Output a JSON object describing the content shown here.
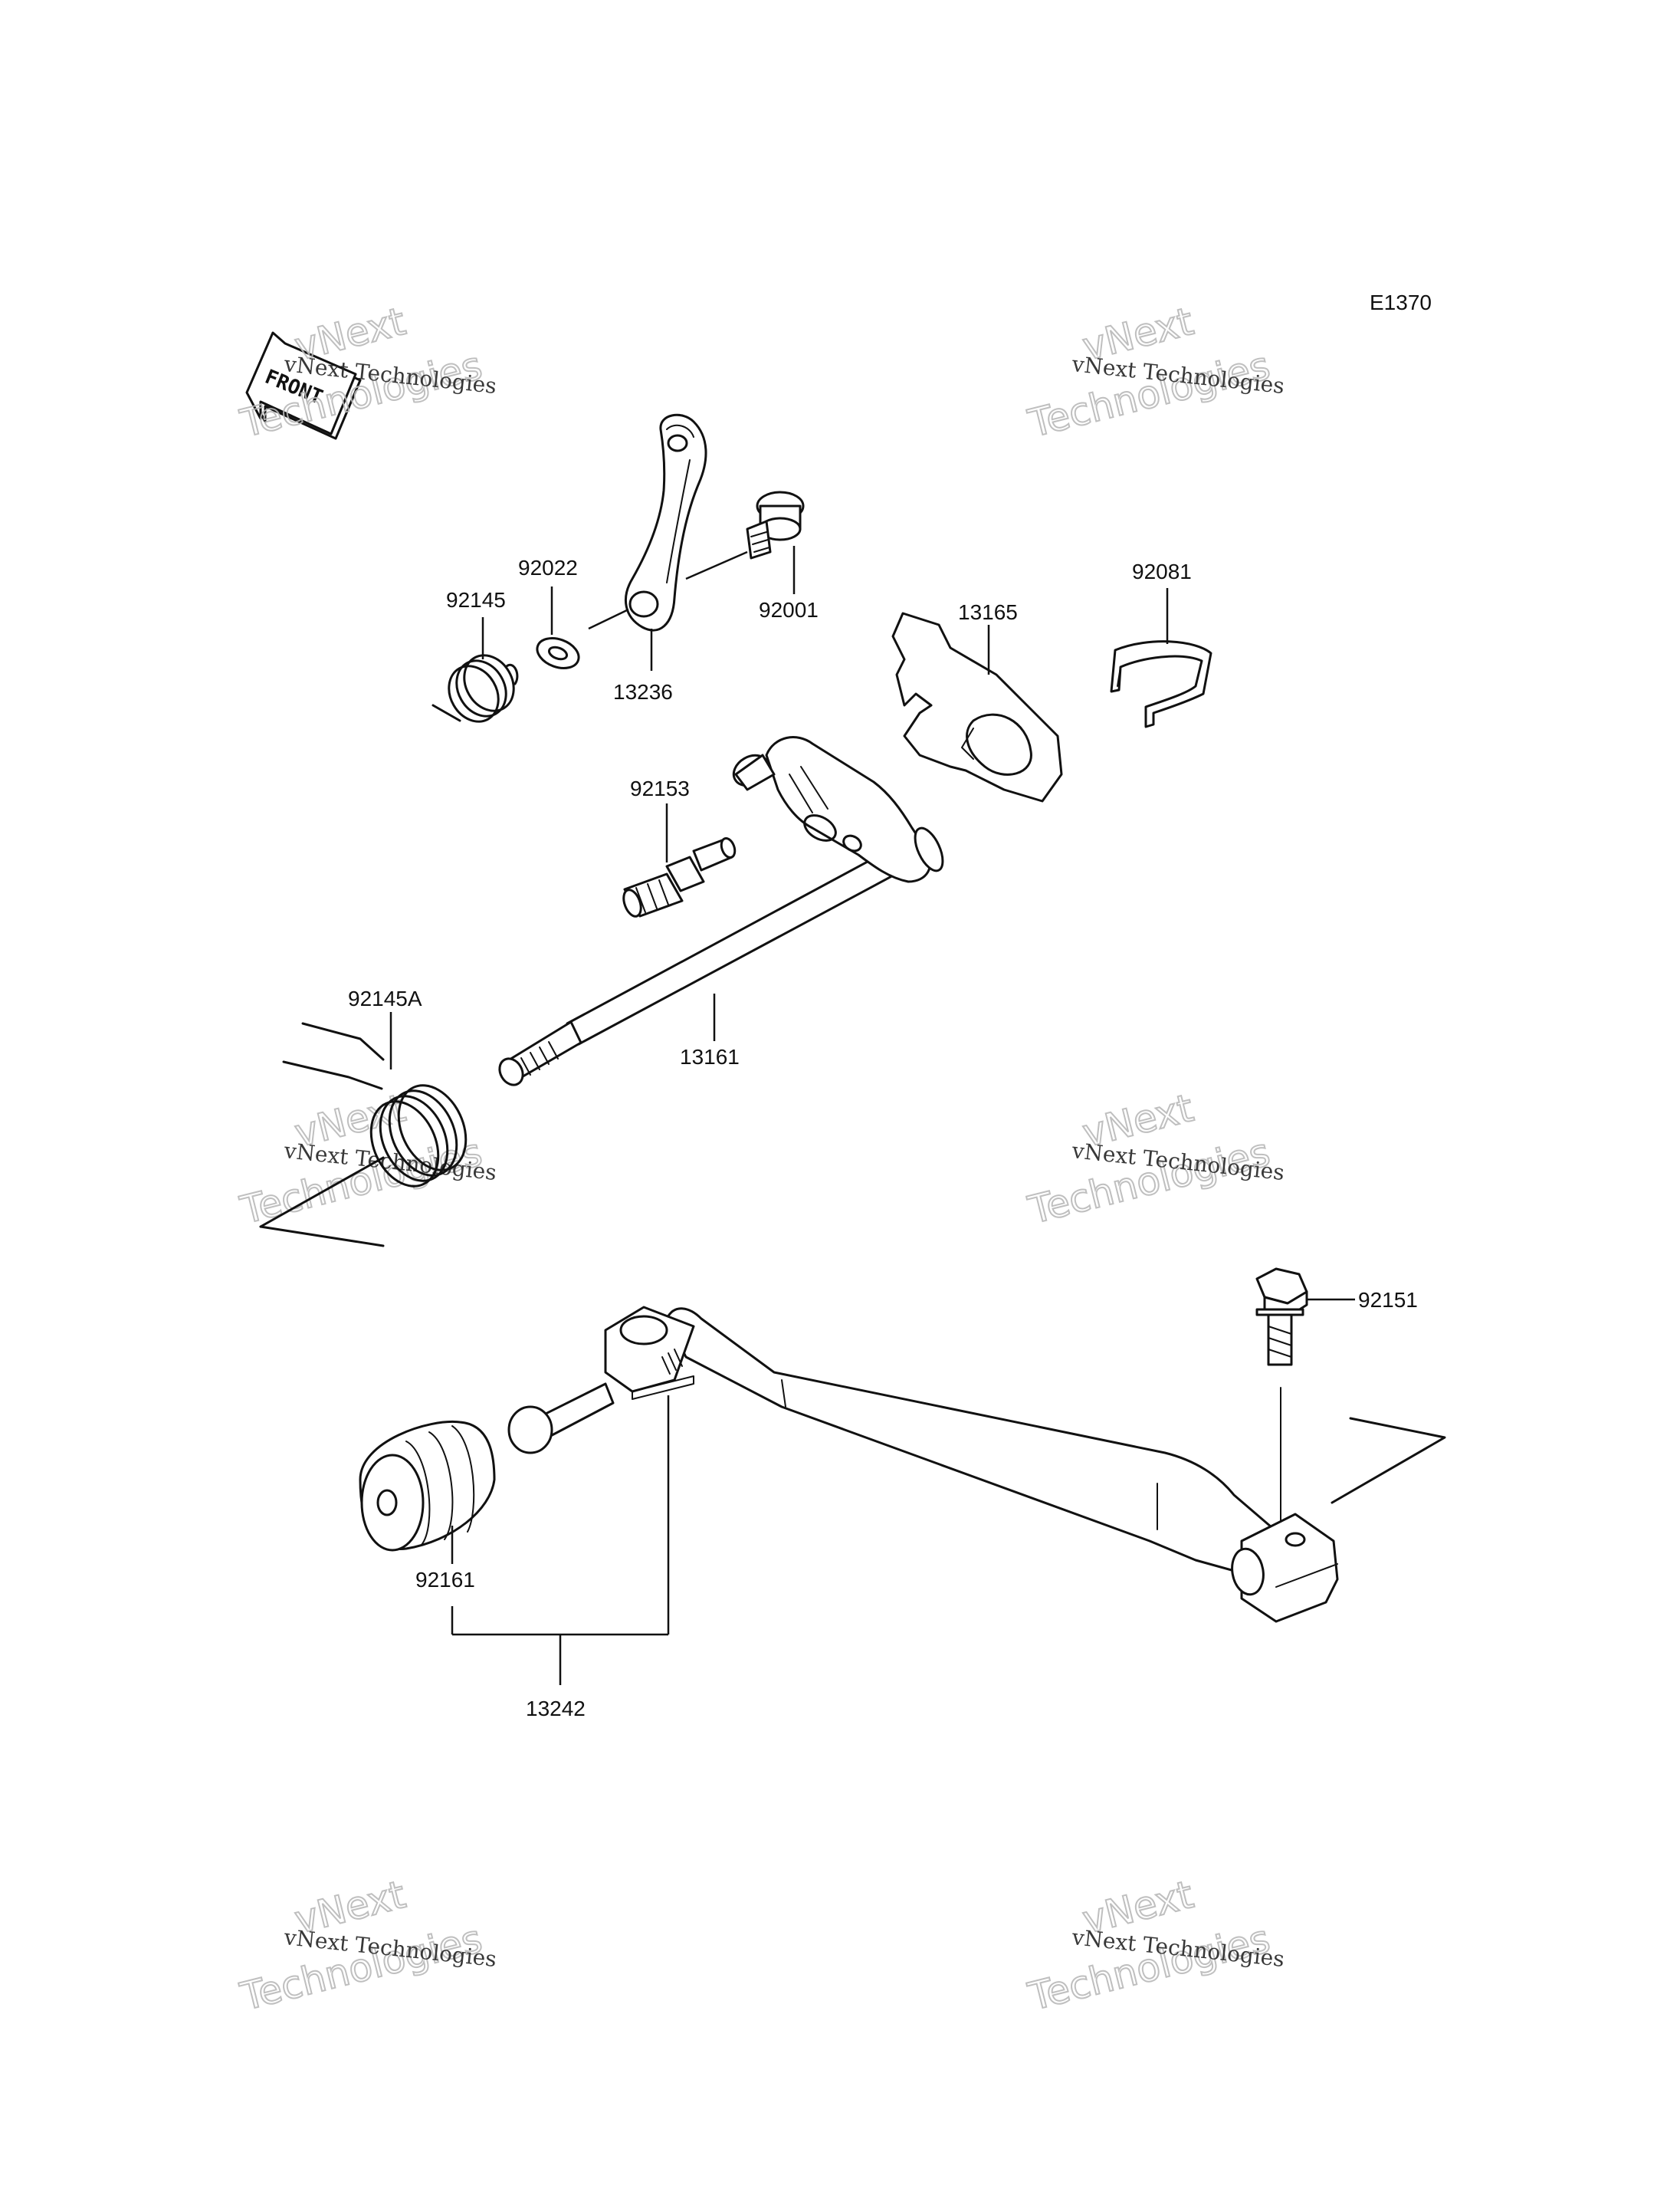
{
  "diagram_code": "E1370",
  "front_label": "FRONT",
  "watermark": {
    "line1": "vNext Technologies",
    "big_top": "vNext",
    "big_bottom": "Technologies"
  },
  "parts": [
    {
      "id": "92145",
      "label": "92145"
    },
    {
      "id": "92022",
      "label": "92022"
    },
    {
      "id": "13236",
      "label": "13236"
    },
    {
      "id": "92001",
      "label": "92001"
    },
    {
      "id": "13165",
      "label": "13165"
    },
    {
      "id": "92081",
      "label": "92081"
    },
    {
      "id": "92153",
      "label": "92153"
    },
    {
      "id": "92145A",
      "label": "92145A"
    },
    {
      "id": "13161",
      "label": "13161"
    },
    {
      "id": "92151",
      "label": "92151"
    },
    {
      "id": "92161",
      "label": "92161"
    },
    {
      "id": "13242",
      "label": "13242"
    }
  ]
}
